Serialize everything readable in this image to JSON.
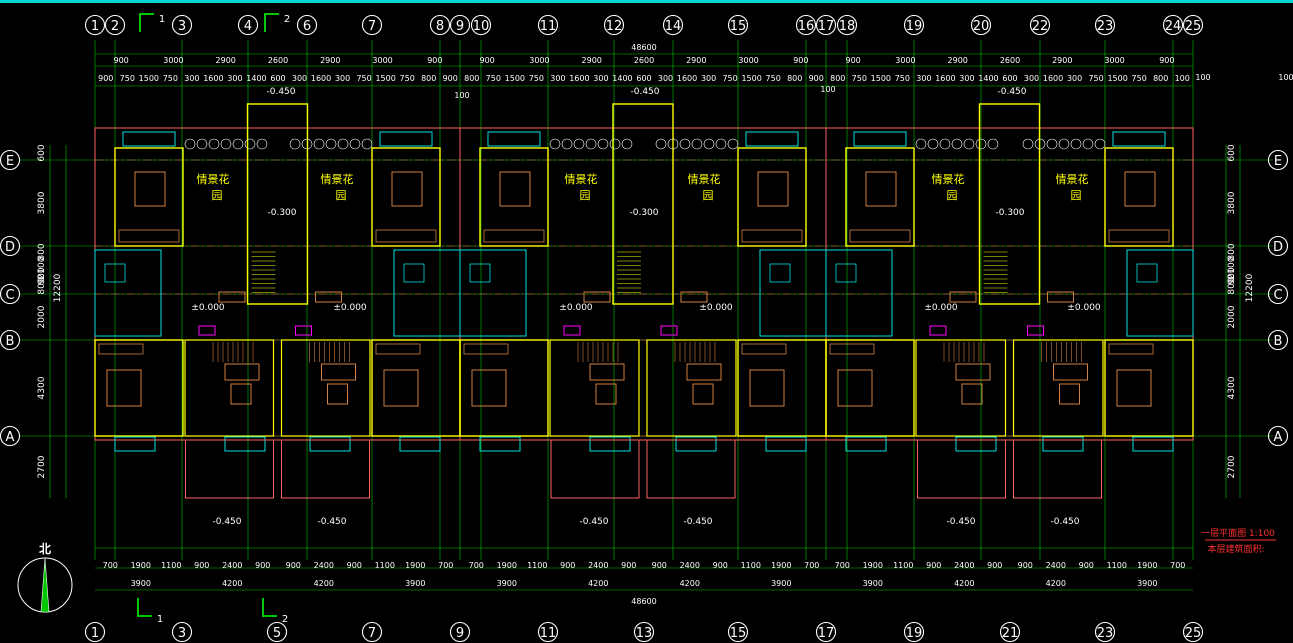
{
  "drawing": {
    "title": "一层平面图 1:100",
    "area_label": "本层建筑面积:",
    "north_label": "北",
    "total_width_top": "48600",
    "total_width_bottom": "48600",
    "total_depth": "12200",
    "colors": {
      "axis": "#00c800",
      "wall": "#ffff00",
      "window": "#00e0e0",
      "outline": "#ff6060",
      "furniture": "#d08040",
      "text": "#ffffff",
      "accent": "#00d8d8"
    }
  },
  "axes": {
    "top": [
      "1",
      "2",
      "3",
      "4",
      "6",
      "7",
      "8",
      "9",
      "10",
      "11",
      "12",
      "14",
      "15",
      "16",
      "17",
      "18",
      "19",
      "20",
      "22",
      "23",
      "24",
      "25"
    ],
    "bottom": [
      "1",
      "3",
      "5",
      "7",
      "9",
      "11",
      "13",
      "15",
      "17",
      "19",
      "21",
      "23",
      "25"
    ],
    "rows": [
      "E",
      "D",
      "C",
      "B",
      "A"
    ]
  },
  "dims": {
    "top_row1": [
      "900",
      "3000",
      "2900",
      "2600",
      "2900",
      "3000",
      "900",
      "900",
      "3000",
      "2900",
      "2600",
      "2900",
      "3000",
      "900",
      "900",
      "3000",
      "2900",
      "2600",
      "2900",
      "3000",
      "900"
    ],
    "top_row2": [
      "900",
      "750",
      "1500",
      "750",
      "300",
      "1600",
      "300",
      "1400",
      "600",
      "300",
      "1600",
      "300",
      "750",
      "1500",
      "750",
      "800",
      "900",
      "800",
      "750",
      "1500",
      "750",
      "300",
      "1600",
      "300",
      "1400",
      "600",
      "300",
      "1600",
      "300",
      "750",
      "1500",
      "750",
      "800",
      "900",
      "800",
      "750",
      "1500",
      "750",
      "300",
      "1600",
      "300",
      "1400",
      "600",
      "300",
      "1600",
      "300",
      "750",
      "1500",
      "750",
      "800",
      "100"
    ],
    "bottom_row1": [
      "700",
      "1900",
      "1100",
      "900",
      "2400",
      "900",
      "900",
      "2400",
      "900",
      "1100",
      "1900",
      "700",
      "700",
      "1900",
      "1100",
      "900",
      "2400",
      "900",
      "900",
      "2400",
      "900",
      "1100",
      "1900",
      "700",
      "700",
      "1900",
      "1100",
      "900",
      "2400",
      "900",
      "900",
      "2400",
      "900",
      "1100",
      "1900",
      "700"
    ],
    "bottom_row2": [
      "3900",
      "4200",
      "4200",
      "3900",
      "3900",
      "4200",
      "4200",
      "3900",
      "3900",
      "4200",
      "4200",
      "3900"
    ],
    "left": [
      "600",
      "3800",
      "800",
      "2100",
      "900",
      "800",
      "2000",
      "4300",
      "2700"
    ],
    "right": [
      "600",
      "3800",
      "800",
      "2100",
      "900",
      "800",
      "2000",
      "4300",
      "2700"
    ],
    "side_small_top": [
      "100",
      "100",
      "100",
      "100"
    ]
  },
  "rooms": {
    "garden_a": "情景花",
    "garden_b": "园"
  },
  "levels": {
    "stair": "-0.450",
    "mid": "-0.300",
    "floor": "±0.000",
    "entry": "-0.450"
  },
  "section_marks": {
    "top": [
      "1",
      "2"
    ],
    "bottom": [
      "1",
      "2"
    ]
  }
}
